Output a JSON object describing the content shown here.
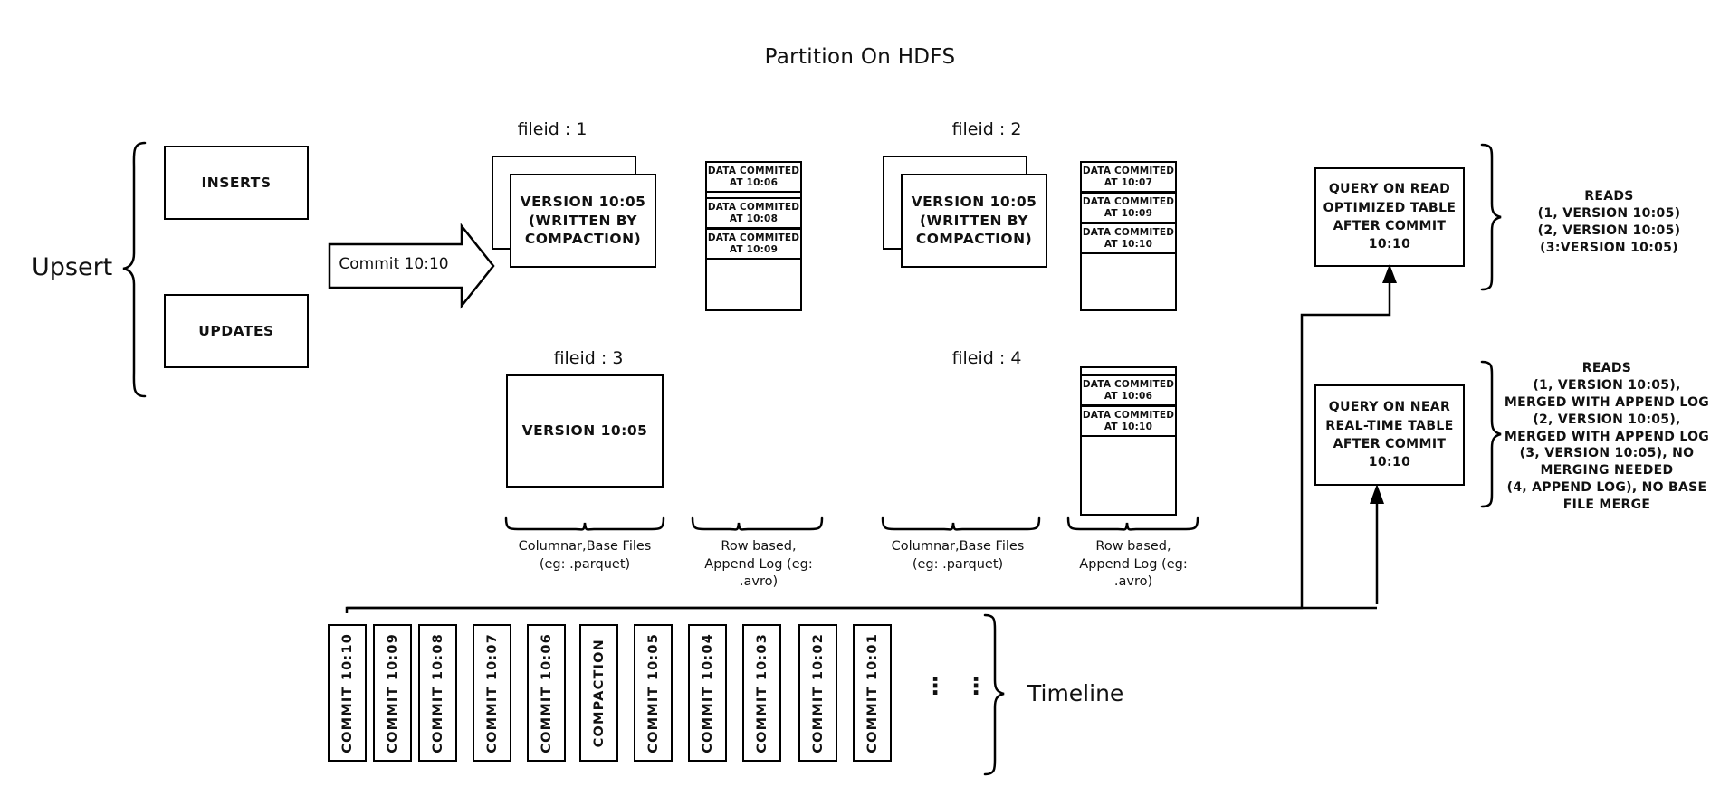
{
  "title": "Partition On HDFS",
  "upsert": {
    "label": "Upsert",
    "inserts": "INSERTS",
    "updates": "UPDATES"
  },
  "commit_arrow": {
    "label": "Commit 10:10"
  },
  "fileids": [
    {
      "label": "fileid : 1",
      "base_file": "VERSION 10:05 (WRITTEN BY COMPACTION)",
      "base_lines": [
        "VERSION 10:05",
        "(WRITTEN BY",
        "COMPACTION)"
      ],
      "stacked": true,
      "log_entries": [
        "DATA COMMITED AT 10:06",
        "DATA COMMITED AT 10:08",
        "DATA COMMITED AT 10:09"
      ]
    },
    {
      "label": "fileid : 2",
      "base_file": "VERSION 10:05 (WRITTEN BY COMPACTION)",
      "base_lines": [
        "VERSION 10:05",
        "(WRITTEN BY",
        "COMPACTION)"
      ],
      "stacked": true,
      "log_entries": [
        "DATA COMMITED AT 10:07",
        "DATA COMMITED AT 10:09",
        "DATA COMMITED AT 10:10"
      ]
    },
    {
      "label": "fileid : 3",
      "base_file": "VERSION 10:05",
      "base_lines": [
        "VERSION 10:05"
      ],
      "stacked": false,
      "log_entries": []
    },
    {
      "label": "fileid : 4",
      "base_file": "",
      "base_lines": [],
      "stacked": false,
      "log_entries": [
        "DATA COMMITED AT 10:06",
        "DATA COMMITED AT 10:10"
      ]
    }
  ],
  "log_lines": {
    "l0106": [
      "DATA COMMITED",
      "AT 10:06"
    ],
    "l0108": [
      "DATA COMMITED",
      "AT 10:08"
    ],
    "l0109": [
      "DATA COMMITED",
      "AT 10:09"
    ],
    "l0107": [
      "DATA COMMITED",
      "AT 10:07"
    ],
    "l0110": [
      "DATA COMMITED",
      "AT 10:10"
    ]
  },
  "captions": {
    "columnar_left": "Columnar,Base Files (eg: .parquet)",
    "columnar_left_l1": "Columnar,Base Files",
    "columnar_left_l2": "(eg: .parquet)",
    "rowbased_left_l1": "Row based,",
    "rowbased_left_l2": "Append Log  (eg:",
    "rowbased_left_l3": ".avro)",
    "columnar_right_l1": "Columnar,Base Files",
    "columnar_right_l2": "(eg: .parquet)",
    "rowbased_right_l1": "Row based,",
    "rowbased_right_l2": "Append Log  (eg:",
    "rowbased_right_l3": ".avro)"
  },
  "queries": [
    {
      "name": "read-optimized",
      "lines": [
        "QUERY ON READ",
        "OPTIMIZED TABLE",
        "AFTER COMMIT",
        "10:10"
      ],
      "reads_title": "READS",
      "reads_lines": [
        "(1, VERSION 10:05)",
        "(2, VERSION 10:05)",
        "(3:VERSION 10:05)"
      ]
    },
    {
      "name": "near-real-time",
      "lines": [
        "QUERY ON NEAR",
        "REAL-TIME TABLE",
        "AFTER COMMIT",
        "10:10"
      ],
      "reads_title": "READS",
      "reads_lines": [
        "(1, VERSION 10:05),",
        "MERGED WITH APPEND LOG",
        "(2, VERSION 10:05),",
        "MERGED WITH APPEND LOG",
        "(3, VERSION 10:05), NO",
        "MERGING NEEDED",
        "(4, APPEND LOG), NO BASE",
        "FILE MERGE"
      ]
    }
  ],
  "timeline": {
    "label": "Timeline",
    "ellipsis": "⋮",
    "items": [
      "COMMIT  10:10",
      "COMMIT  10:09",
      "COMMIT  10:08",
      "COMMIT  10:07",
      "COMMIT  10:06",
      "COMPACTION",
      "COMMIT  10:05",
      "COMMIT  10:04",
      "COMMIT  10:03",
      "COMMIT  10:02",
      "COMMIT  10:01"
    ]
  },
  "colors": {
    "ink": "#000000",
    "paper": "#ffffff"
  }
}
